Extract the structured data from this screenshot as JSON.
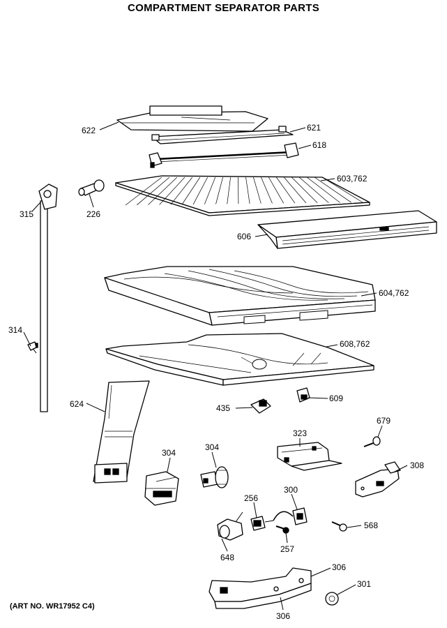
{
  "title": "COMPARTMENT SEPARATOR PARTS",
  "art_number": "(ART NO. WR17952 C4)",
  "callouts": {
    "c622": "622",
    "c621": "621",
    "c618": "618",
    "c603": "603,762",
    "c315": "315",
    "c226": "226",
    "c606": "606",
    "c604": "604,762",
    "c314": "314",
    "c608": "608,762",
    "c609": "609",
    "c435": "435",
    "c624": "624",
    "c679": "679",
    "c323": "323",
    "c304a": "304",
    "c304b": "304",
    "c308": "308",
    "c256": "256",
    "c300": "300",
    "c568": "568",
    "c257": "257",
    "c648": "648",
    "c306a": "306",
    "c301": "301",
    "c306b": "306"
  }
}
